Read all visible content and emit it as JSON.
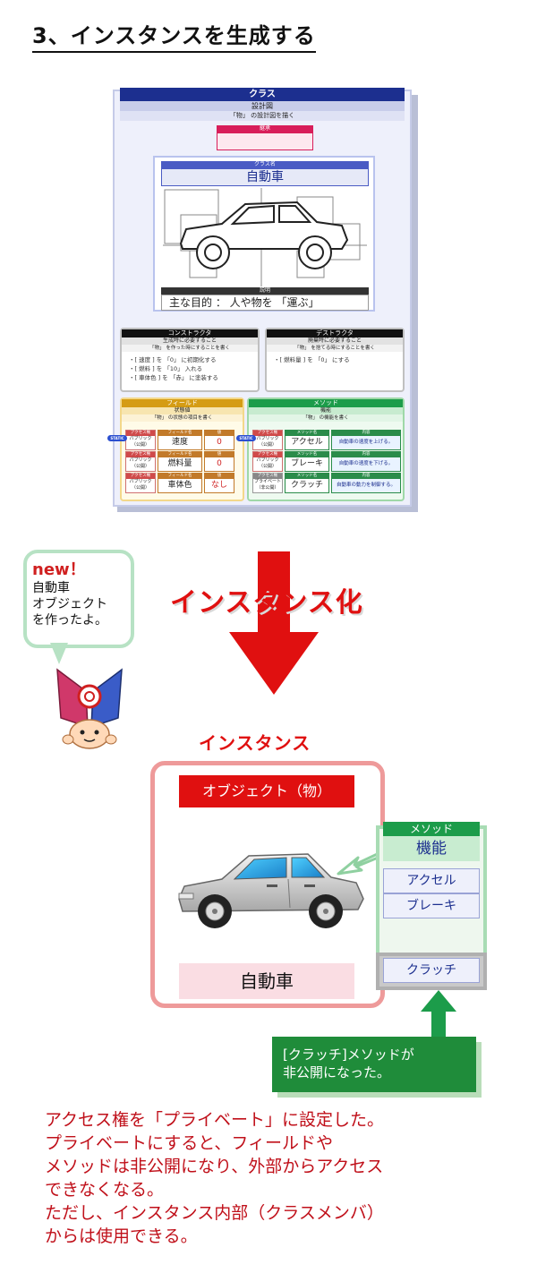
{
  "title": "3、インスタンスを生成する",
  "class_diagram": {
    "header": "クラス",
    "sub1": "設計図",
    "sub2": "「物」 の設計図を描く",
    "inherit_label": "継承",
    "classname_label": "クラス名",
    "classname": "自動車",
    "desc_label": "説明",
    "desc": "主な目的 ： 人や物を 「運ぶ」",
    "constructor": {
      "head": "コンストラクタ",
      "sub1": "生成時に必要すること",
      "sub2": "「物」 を作った時にすることを書く",
      "items": [
        "・[ 速度 ] を 「0」 に初期化する",
        "・[ 燃料 ] を 「10」 入れる",
        "・[ 車体色 ] を 「赤」 に塗装する"
      ]
    },
    "destructor": {
      "head": "デストラクタ",
      "sub1": "廃棄時に必要すること",
      "sub2": "「物」 を捨てる時にすることを書く",
      "items": [
        "・[ 燃料量 ] を 「0」 にする"
      ]
    },
    "fields": {
      "head": "フィールド",
      "sub1": "状態値",
      "sub2": "「物」 の状態の項目を書く",
      "col_access": "アクセス権",
      "col_name": "フィールド名",
      "col_value": "値",
      "static_tag": "STATIC",
      "rows": [
        {
          "access": "パブリック（公開）",
          "name": "速度",
          "value": "0"
        },
        {
          "access": "パブリック（公開）",
          "name": "燃料量",
          "value": "0"
        },
        {
          "access": "パブリック（公開）",
          "name": "車体色",
          "value": "なし"
        }
      ]
    },
    "methods": {
      "head": "メソッド",
      "sub1": "機能",
      "sub2": "「物」 の機能を書く",
      "col_access": "アクセス権",
      "col_name": "メソッド名",
      "col_desc": "内容",
      "static_tag": "STATIC",
      "rows": [
        {
          "access": "パブリック（公開）",
          "name": "アクセル",
          "desc": "自動車の速度を上げる。"
        },
        {
          "access": "パブリック（公開）",
          "name": "ブレーキ",
          "desc": "自動車の速度を下げる。"
        },
        {
          "access": "プライベート（非公開）",
          "name": "クラッチ",
          "desc": "自動車の動力を制御する。"
        }
      ]
    }
  },
  "bubble": {
    "new": "new！",
    "text": [
      "自動車",
      "オブジェクト",
      "を作ったよ。"
    ]
  },
  "instantiation_label": "インスタンス化",
  "instance": {
    "title": "インスタンス",
    "object_label": "オブジェクト（物）",
    "name": "自動車",
    "methods_head": "メソッド",
    "methods_sub": "機能",
    "methods": [
      "アクセル",
      "ブレーキ"
    ],
    "private_method": "クラッチ"
  },
  "note": [
    "[クラッチ]メソッドが",
    "非公開になった。"
  ],
  "explanation": [
    "アクセス権を「プライベート」に設定した。",
    "プライベートにすると、フィールドや",
    "メソッドは非公開になり、外部からアクセス",
    "できなくなる。",
    "ただし、インスタンス内部（クラスメンバ）",
    "からは使用できる。"
  ],
  "colors": {
    "accent_red": "#e01010",
    "class_blue": "#1c2f8f",
    "method_green": "#1c9c4a",
    "field_gold": "#d59c14"
  }
}
